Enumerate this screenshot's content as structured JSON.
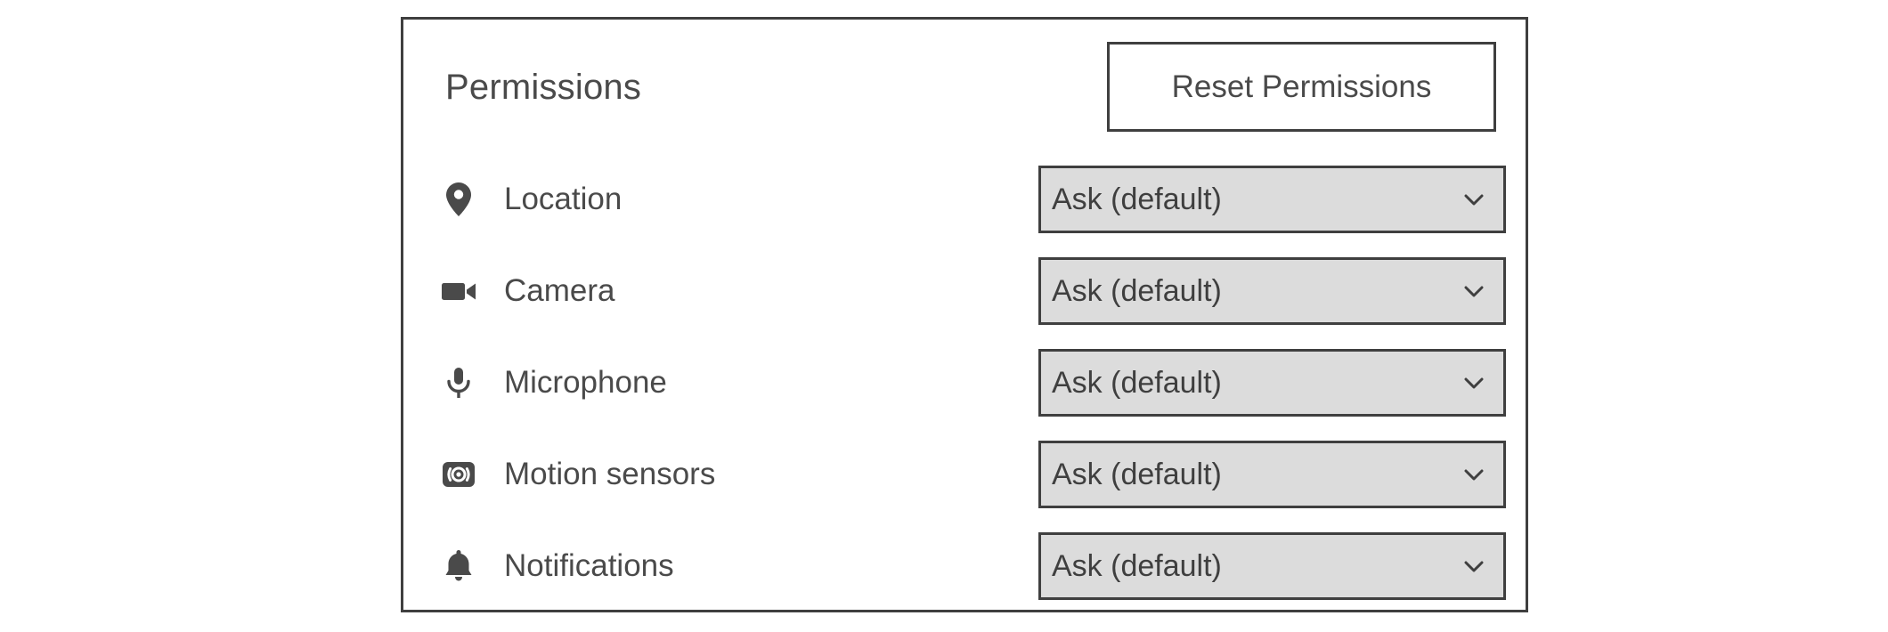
{
  "panel": {
    "title": "Permissions",
    "reset_button_label": "Reset Permissions",
    "border_color": "#3f3f3f",
    "background_color": "#ffffff",
    "text_color": "#4a4a4a"
  },
  "select_style": {
    "background_color": "#dcdcdc",
    "border_color": "#3f3f3f",
    "chevron": "chevron-down-icon"
  },
  "permissions": [
    {
      "icon": "location-pin-icon",
      "label": "Location",
      "value": "Ask (default)"
    },
    {
      "icon": "video-camera-icon",
      "label": "Camera",
      "value": "Ask (default)"
    },
    {
      "icon": "microphone-icon",
      "label": "Microphone",
      "value": "Ask (default)"
    },
    {
      "icon": "motion-sensor-icon",
      "label": "Motion sensors",
      "value": "Ask (default)"
    },
    {
      "icon": "bell-icon",
      "label": "Notifications",
      "value": "Ask (default)"
    }
  ]
}
